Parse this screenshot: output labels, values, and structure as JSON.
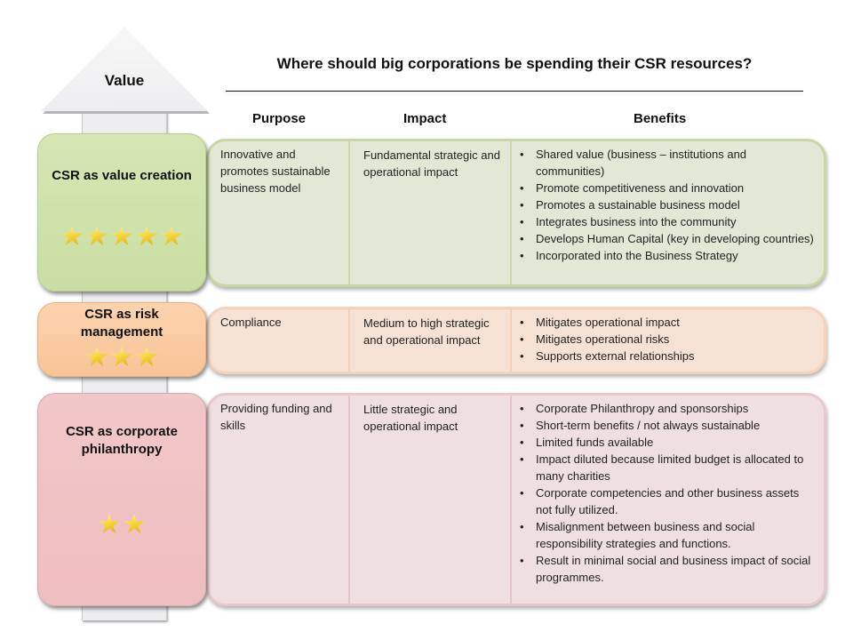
{
  "arrow": {
    "label": "Value"
  },
  "title": "Where should big corporations be spending their CSR resources?",
  "columns": {
    "purpose": "Purpose",
    "impact": "Impact",
    "benefits": "Benefits"
  },
  "categories": [
    {
      "title": "CSR as value creation",
      "stars": 5,
      "color": "#cfe2ab",
      "purpose": "Innovative and promotes sustainable business model",
      "impact": "Fundamental strategic and operational impact",
      "benefits": [
        "Shared value (business – institutions and communities)",
        "Promote  competitiveness and innovation",
        "Promotes  a sustainable business model",
        "Integrates business into the community",
        "Develops Human Capital (key in developing countries)",
        "Incorporated  into the Business Strategy"
      ]
    },
    {
      "title": "CSR as risk management",
      "stars": 3,
      "color": "#f9cba3",
      "purpose": "Compliance",
      "impact": "Medium to high strategic and operational impact",
      "benefits": [
        "Mitigates operational impact",
        "Mitigates operational risks",
        "Supports  external relationships"
      ]
    },
    {
      "title": "CSR as corporate philanthropy",
      "stars": 2,
      "color": "#f0c1c4",
      "purpose": "Providing funding and skills",
      "impact": "Little strategic and operational impact",
      "benefits": [
        "Corporate Philanthropy and sponsorships",
        "Short-term  benefits / not always sustainable",
        "Limited funds available",
        "Impact diluted because limited budget is allocated to many charities",
        "Corporate competencies and other business assets not fully utilized.",
        "Misalignment between business and social responsibility strategies and functions.",
        "Result in minimal  social and business impact of social programmes."
      ]
    }
  ]
}
